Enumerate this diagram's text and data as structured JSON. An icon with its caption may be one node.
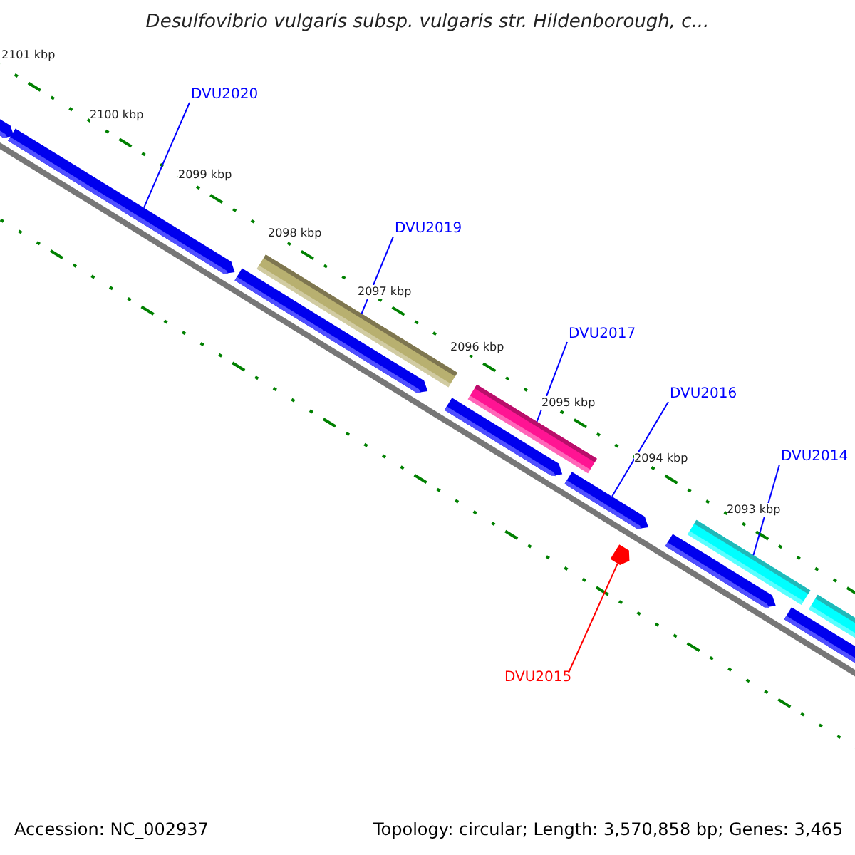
{
  "diagram": {
    "title": "Desulfovibrio vulgaris subsp. vulgaris str. Hildenborough, c...",
    "nodes": [
      {
        "text": [],
        "shape": "arrow"
      },
      {
        "text": [],
        "shape": "arrow"
      },
      {
        "text": [],
        "shape": "bar"
      },
      {
        "text": [],
        "shape": "arrow"
      },
      {
        "text": [],
        "shape": "arrow"
      },
      {
        "text": [],
        "shape": "bar"
      },
      {
        "text": [],
        "shape": "arrow"
      },
      {
        "text": [],
        "shape": "arrow"
      },
      {
        "text": [],
        "shape": "arrow"
      },
      {
        "text": [],
        "shape": "bar"
      },
      {
        "text": [],
        "shape": "arrow"
      },
      {
        "text": [],
        "shape": "bar"
      },
      {
        "text": [
          "DVU2020"
        ]
      },
      {
        "text": [
          "DVU2019"
        ]
      },
      {
        "text": [
          "DVU2017"
        ]
      },
      {
        "text": [
          "DVU2016"
        ]
      },
      {
        "text": [
          "DVU2014"
        ]
      },
      {
        "text": [
          "DVU2015"
        ]
      }
    ],
    "edges": [
      {
        "from": 12,
        "to": 1,
        "arrow": "none"
      },
      {
        "from": 13,
        "to": 2,
        "arrow": "none"
      },
      {
        "from": 14,
        "to": 5,
        "arrow": "none"
      },
      {
        "from": 15,
        "to": 6,
        "arrow": "none"
      },
      {
        "from": 16,
        "to": 9,
        "arrow": "none"
      },
      {
        "from": 17,
        "to": 7,
        "arrow": "none",
        "color": "#ff0000"
      }
    ],
    "labels": [
      "2101 kbp",
      "2100 kbp",
      "2099 kbp",
      "2098 kbp",
      "2097 kbp",
      "2096 kbp",
      "2095 kbp",
      "2094 kbp",
      "2093 kbp",
      "Accession: NC_002937",
      "Topology: circular; Length: 3,570,858 bp; Genes: 3,465"
    ]
  }
}
